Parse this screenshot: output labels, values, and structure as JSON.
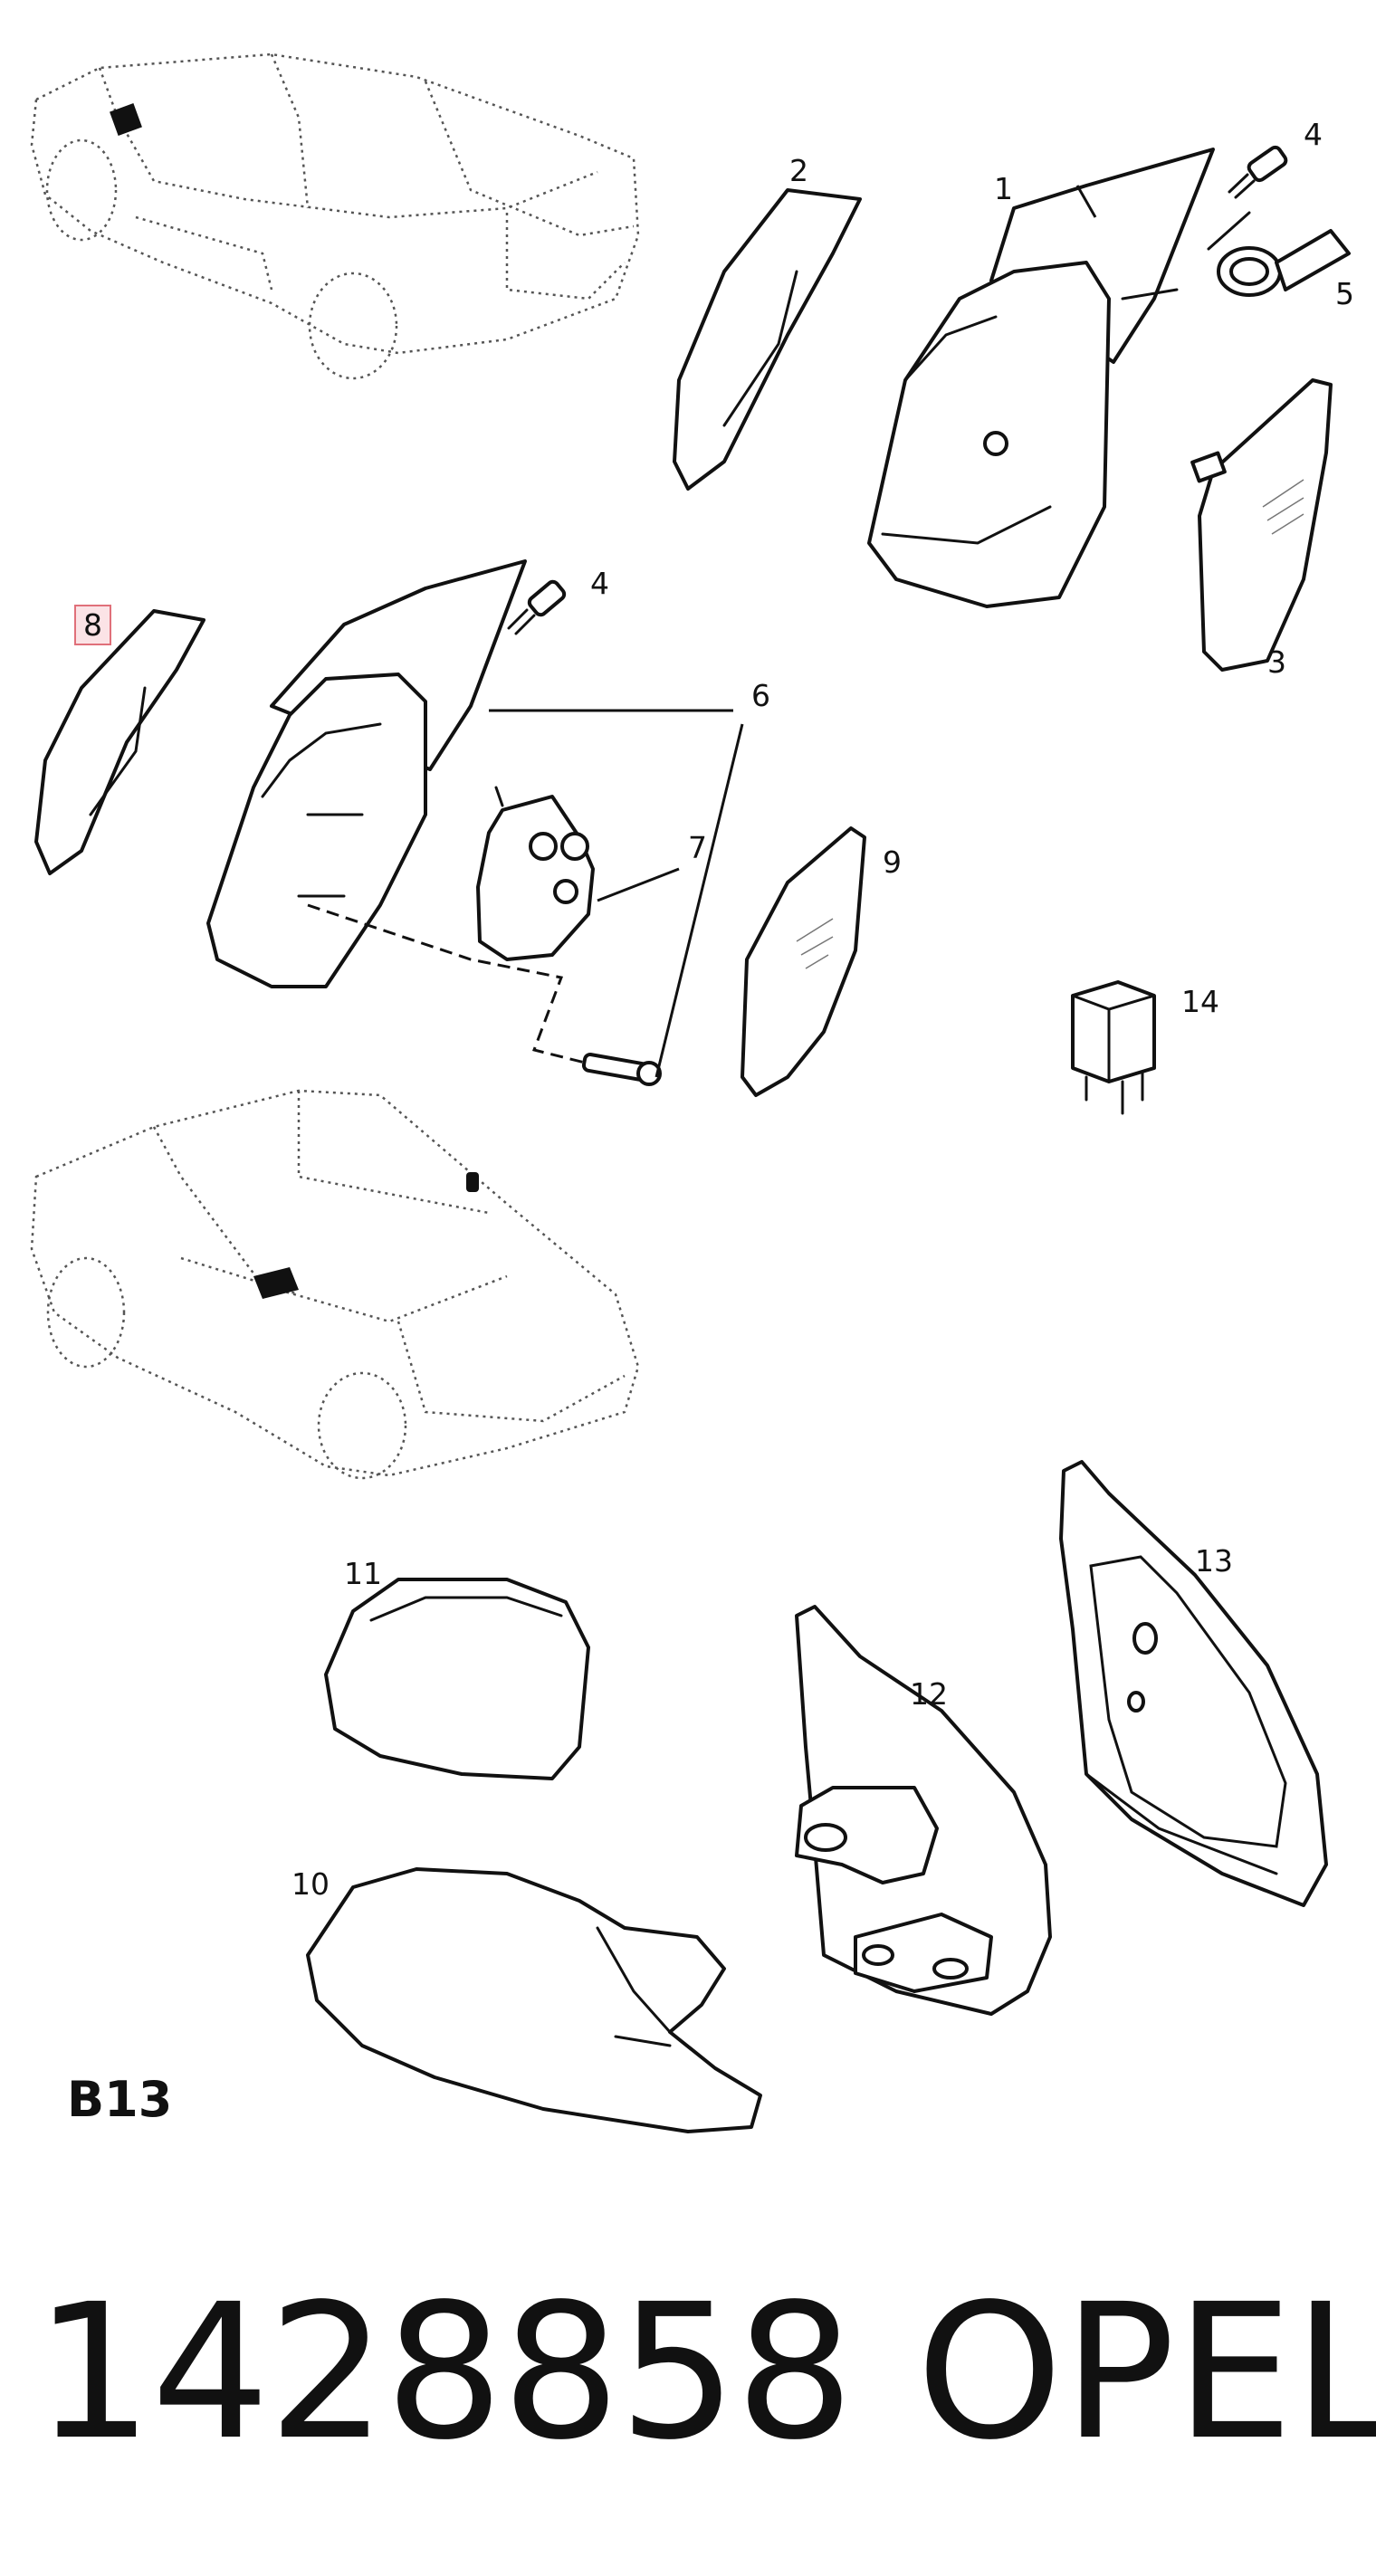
{
  "callouts": {
    "c1": "1",
    "c2": "2",
    "c3": "3",
    "c4a": "4",
    "c4b": "4",
    "c5": "5",
    "c6": "6",
    "c7": "7",
    "c8": "8",
    "c9": "9",
    "c10": "10",
    "c11": "11",
    "c12": "12",
    "c13": "13",
    "c14": "14"
  },
  "group_code": "B13",
  "part_number": "1428858",
  "brand": "OPEL",
  "colors": {
    "line": "#111111",
    "highlight_border": "#e0707a",
    "highlight_fill": "#fbe3e6"
  }
}
